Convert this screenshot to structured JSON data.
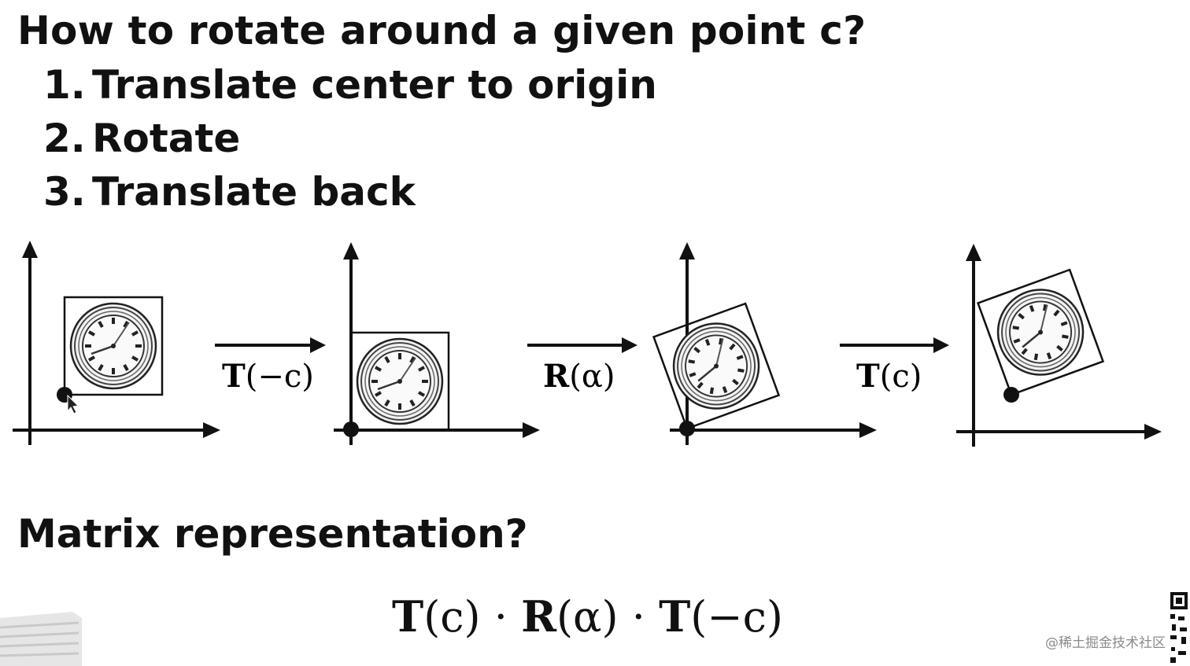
{
  "title": "How to rotate around a given point c?",
  "steps": [
    {
      "num": "1.",
      "text": "Translate center to origin"
    },
    {
      "num": "2.",
      "text": "Rotate"
    },
    {
      "num": "3.",
      "text": "Translate back"
    }
  ],
  "operators": {
    "t_neg_c": {
      "name": "T",
      "arg": "(−c)"
    },
    "r_alpha": {
      "name": "R",
      "arg": "(α)"
    },
    "t_c": {
      "name": "T",
      "arg": "(c)"
    }
  },
  "subtitle": "Matrix representation?",
  "formula": {
    "t_c_name": "T",
    "t_c_arg": "(c)",
    "dot1": " · ",
    "r_name": "R",
    "r_arg": "(α)",
    "dot2": " · ",
    "t_neg_name": "T",
    "t_neg_arg": "(−c)"
  },
  "watermark": "@稀土掘金技术社区",
  "icons": [
    "clock-icon",
    "arrow-right-icon",
    "qr-code-icon",
    "mouse-cursor-icon"
  ]
}
